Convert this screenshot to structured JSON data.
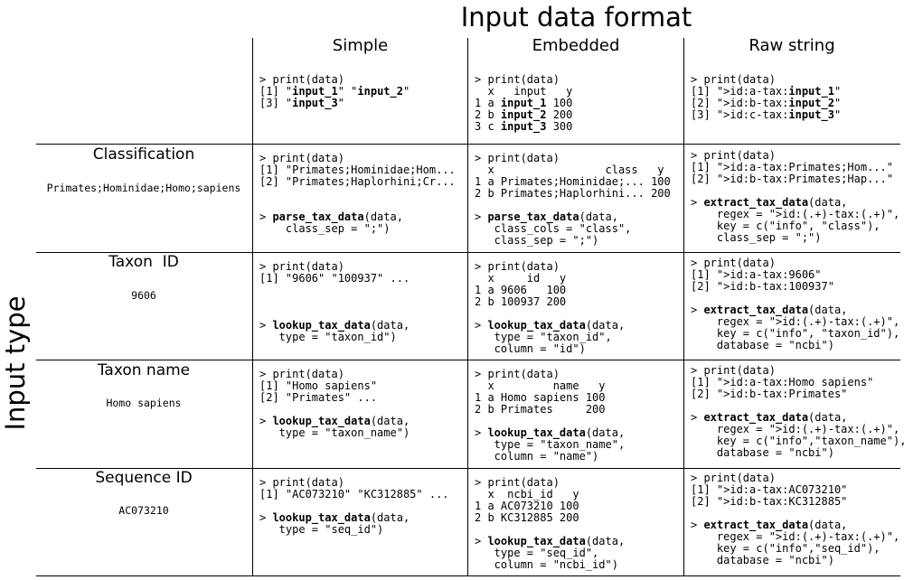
{
  "title": "Input data format",
  "side_title": "Input type",
  "columns": [
    "Simple",
    "Embedded",
    "Raw string"
  ],
  "rows": [
    {
      "name": "Classification",
      "example": "Primates;Hominidae;Homo;sapiens"
    },
    {
      "name": "Taxon  ID",
      "example": "9606"
    },
    {
      "name": "Taxon name",
      "example": "Homo sapiens"
    },
    {
      "name": "Sequence ID",
      "example": "AC073210"
    }
  ],
  "cells": {
    "header": {
      "simple": [
        [
          {
            "t": "> print(data)"
          }
        ],
        [
          {
            "t": "[1] \""
          },
          {
            "t": "input_1",
            "b": true
          },
          {
            "t": "\" \""
          },
          {
            "t": "input_2",
            "b": true
          },
          {
            "t": "\""
          }
        ],
        [
          {
            "t": "[3] \""
          },
          {
            "t": "input_3",
            "b": true
          },
          {
            "t": "\""
          }
        ]
      ],
      "embedded": [
        [
          {
            "t": "> print(data)"
          }
        ],
        [
          {
            "t": "  x   input   y"
          }
        ],
        [
          {
            "t": "1 a "
          },
          {
            "t": "input_1",
            "b": true
          },
          {
            "t": " 100"
          }
        ],
        [
          {
            "t": "2 b "
          },
          {
            "t": "input_2",
            "b": true
          },
          {
            "t": " 200"
          }
        ],
        [
          {
            "t": "3 c "
          },
          {
            "t": "input_3",
            "b": true
          },
          {
            "t": " 300"
          }
        ]
      ],
      "raw": [
        [
          {
            "t": "> print(data)"
          }
        ],
        [
          {
            "t": "[1] \">id:a-tax:"
          },
          {
            "t": "input_1",
            "b": true
          },
          {
            "t": "\""
          }
        ],
        [
          {
            "t": "[2] \">id:b-tax:"
          },
          {
            "t": "input_2",
            "b": true
          },
          {
            "t": "\""
          }
        ],
        [
          {
            "t": "[3] \">id:c-tax:"
          },
          {
            "t": "input_3",
            "b": true
          },
          {
            "t": "\""
          }
        ]
      ]
    },
    "classification": {
      "simple": [
        [
          {
            "t": "> print(data)"
          }
        ],
        [
          {
            "t": "[1] \"Primates;Hominidae;Hom..."
          }
        ],
        [
          {
            "t": "[2] \"Primates;Haplorhini;Cr..."
          }
        ],
        [
          {
            "t": ""
          }
        ],
        [
          {
            "t": ""
          }
        ],
        [
          {
            "t": "> "
          },
          {
            "t": "parse_tax_data",
            "b": true
          },
          {
            "t": "(data,"
          }
        ],
        [
          {
            "t": "    class_sep = \";\")"
          }
        ]
      ],
      "embedded": [
        [
          {
            "t": "> print(data)"
          }
        ],
        [
          {
            "t": "  x                 class   y"
          }
        ],
        [
          {
            "t": "1 a Primates;Hominidae;... 100"
          }
        ],
        [
          {
            "t": "2 b Primates;Haplorhini... 200"
          }
        ],
        [
          {
            "t": ""
          }
        ],
        [
          {
            "t": "> "
          },
          {
            "t": "parse_tax_data",
            "b": true
          },
          {
            "t": "(data,"
          }
        ],
        [
          {
            "t": "   class_cols = \"class\","
          }
        ],
        [
          {
            "t": "   class_sep = \";\")"
          }
        ]
      ],
      "raw": [
        [
          {
            "t": "> print(data)"
          }
        ],
        [
          {
            "t": "[1] \">id:a-tax:Primates;Hom...\""
          }
        ],
        [
          {
            "t": "[2] \">id:b-tax:Primates;Hap...\""
          }
        ],
        [
          {
            "t": ""
          }
        ],
        [
          {
            "t": "> "
          },
          {
            "t": "extract_tax_data",
            "b": true
          },
          {
            "t": "(data,"
          }
        ],
        [
          {
            "t": "    regex = \">id:(.+)-tax:(.+)\","
          }
        ],
        [
          {
            "t": "    key = c(\"info\", \"class\"),"
          }
        ],
        [
          {
            "t": "    class_sep = \";\")"
          }
        ]
      ]
    },
    "taxon_id": {
      "simple": [
        [
          {
            "t": "> print(data)"
          }
        ],
        [
          {
            "t": "[1] \"9606\" \"100937\" ..."
          }
        ],
        [
          {
            "t": ""
          }
        ],
        [
          {
            "t": ""
          }
        ],
        [
          {
            "t": ""
          }
        ],
        [
          {
            "t": "> "
          },
          {
            "t": "lookup_tax_data",
            "b": true
          },
          {
            "t": "(data,"
          }
        ],
        [
          {
            "t": "   type = \"taxon_id\")"
          }
        ]
      ],
      "embedded": [
        [
          {
            "t": "> print(data)"
          }
        ],
        [
          {
            "t": "  x     id   y"
          }
        ],
        [
          {
            "t": "1 a 9606   100"
          }
        ],
        [
          {
            "t": "2 b 100937 200"
          }
        ],
        [
          {
            "t": ""
          }
        ],
        [
          {
            "t": "> "
          },
          {
            "t": "lookup_tax_data",
            "b": true
          },
          {
            "t": "(data,"
          }
        ],
        [
          {
            "t": "   type = \"taxon_id\","
          }
        ],
        [
          {
            "t": "   column = \"id\")"
          }
        ]
      ],
      "raw": [
        [
          {
            "t": "> print(data)"
          }
        ],
        [
          {
            "t": "[1] \">id:a-tax:9606\""
          }
        ],
        [
          {
            "t": "[2] \">id:b-tax:100937\""
          }
        ],
        [
          {
            "t": ""
          }
        ],
        [
          {
            "t": "> "
          },
          {
            "t": "extract_tax_data",
            "b": true
          },
          {
            "t": "(data,"
          }
        ],
        [
          {
            "t": "    regex = \">id:(.+)-tax:(.+)\","
          }
        ],
        [
          {
            "t": "    key = c(\"info\", \"taxon_id\"),"
          }
        ],
        [
          {
            "t": "    database = \"ncbi\")"
          }
        ]
      ]
    },
    "taxon_name": {
      "simple": [
        [
          {
            "t": "> print(data)"
          }
        ],
        [
          {
            "t": "[1] \"Homo sapiens\""
          }
        ],
        [
          {
            "t": "[2] \"Primates\" ..."
          }
        ],
        [
          {
            "t": ""
          }
        ],
        [
          {
            "t": "> "
          },
          {
            "t": "lookup_tax_data",
            "b": true
          },
          {
            "t": "(data,"
          }
        ],
        [
          {
            "t": "   type = \"taxon_name\")"
          }
        ]
      ],
      "embedded": [
        [
          {
            "t": "> print(data)"
          }
        ],
        [
          {
            "t": "  x         name   y"
          }
        ],
        [
          {
            "t": "1 a Homo sapiens 100"
          }
        ],
        [
          {
            "t": "2 b Primates     200"
          }
        ],
        [
          {
            "t": ""
          }
        ],
        [
          {
            "t": "> "
          },
          {
            "t": "lookup_tax_data",
            "b": true
          },
          {
            "t": "(data,"
          }
        ],
        [
          {
            "t": "   type = \"taxon_name\","
          }
        ],
        [
          {
            "t": "   column = \"name\")"
          }
        ]
      ],
      "raw": [
        [
          {
            "t": "> print(data)"
          }
        ],
        [
          {
            "t": "[1] \">id:a-tax:Homo sapiens\""
          }
        ],
        [
          {
            "t": "[2] \">id:b-tax:Primates\""
          }
        ],
        [
          {
            "t": ""
          }
        ],
        [
          {
            "t": "> "
          },
          {
            "t": "extract_tax_data",
            "b": true
          },
          {
            "t": "(data,"
          }
        ],
        [
          {
            "t": "    regex = \">id:(.+)-tax:(.+)\","
          }
        ],
        [
          {
            "t": "    key = c(\"info\",\"taxon_name\"),"
          }
        ],
        [
          {
            "t": "    database = \"ncbi\")"
          }
        ]
      ]
    },
    "sequence_id": {
      "simple": [
        [
          {
            "t": "> print(data)"
          }
        ],
        [
          {
            "t": "[1] \"AC073210\" \"KC312885\" ..."
          }
        ],
        [
          {
            "t": ""
          }
        ],
        [
          {
            "t": "> "
          },
          {
            "t": "lookup_tax_data",
            "b": true
          },
          {
            "t": "(data,"
          }
        ],
        [
          {
            "t": "   type = \"seq_id\")"
          }
        ]
      ],
      "embedded": [
        [
          {
            "t": "> print(data)"
          }
        ],
        [
          {
            "t": "  x  ncbi_id   y"
          }
        ],
        [
          {
            "t": "1 a AC073210 100"
          }
        ],
        [
          {
            "t": "2 b KC312885 200"
          }
        ],
        [
          {
            "t": ""
          }
        ],
        [
          {
            "t": "> "
          },
          {
            "t": "lookup_tax_data",
            "b": true
          },
          {
            "t": "(data,"
          }
        ],
        [
          {
            "t": "   type = \"seq_id\","
          }
        ],
        [
          {
            "t": "   column = \"ncbi_id\")"
          }
        ]
      ],
      "raw": [
        [
          {
            "t": "> print(data)"
          }
        ],
        [
          {
            "t": "[1] \">id:a-tax:AC073210\""
          }
        ],
        [
          {
            "t": "[2] \">id:b-tax:KC312885\""
          }
        ],
        [
          {
            "t": ""
          }
        ],
        [
          {
            "t": "> "
          },
          {
            "t": "extract_tax_data",
            "b": true
          },
          {
            "t": "(data,"
          }
        ],
        [
          {
            "t": "    regex = \">id:(.+)-tax:(.+)\","
          }
        ],
        [
          {
            "t": "    key = c(\"info\",\"seq_id\"),"
          }
        ],
        [
          {
            "t": "    database = \"ncbi\")"
          }
        ]
      ]
    }
  }
}
